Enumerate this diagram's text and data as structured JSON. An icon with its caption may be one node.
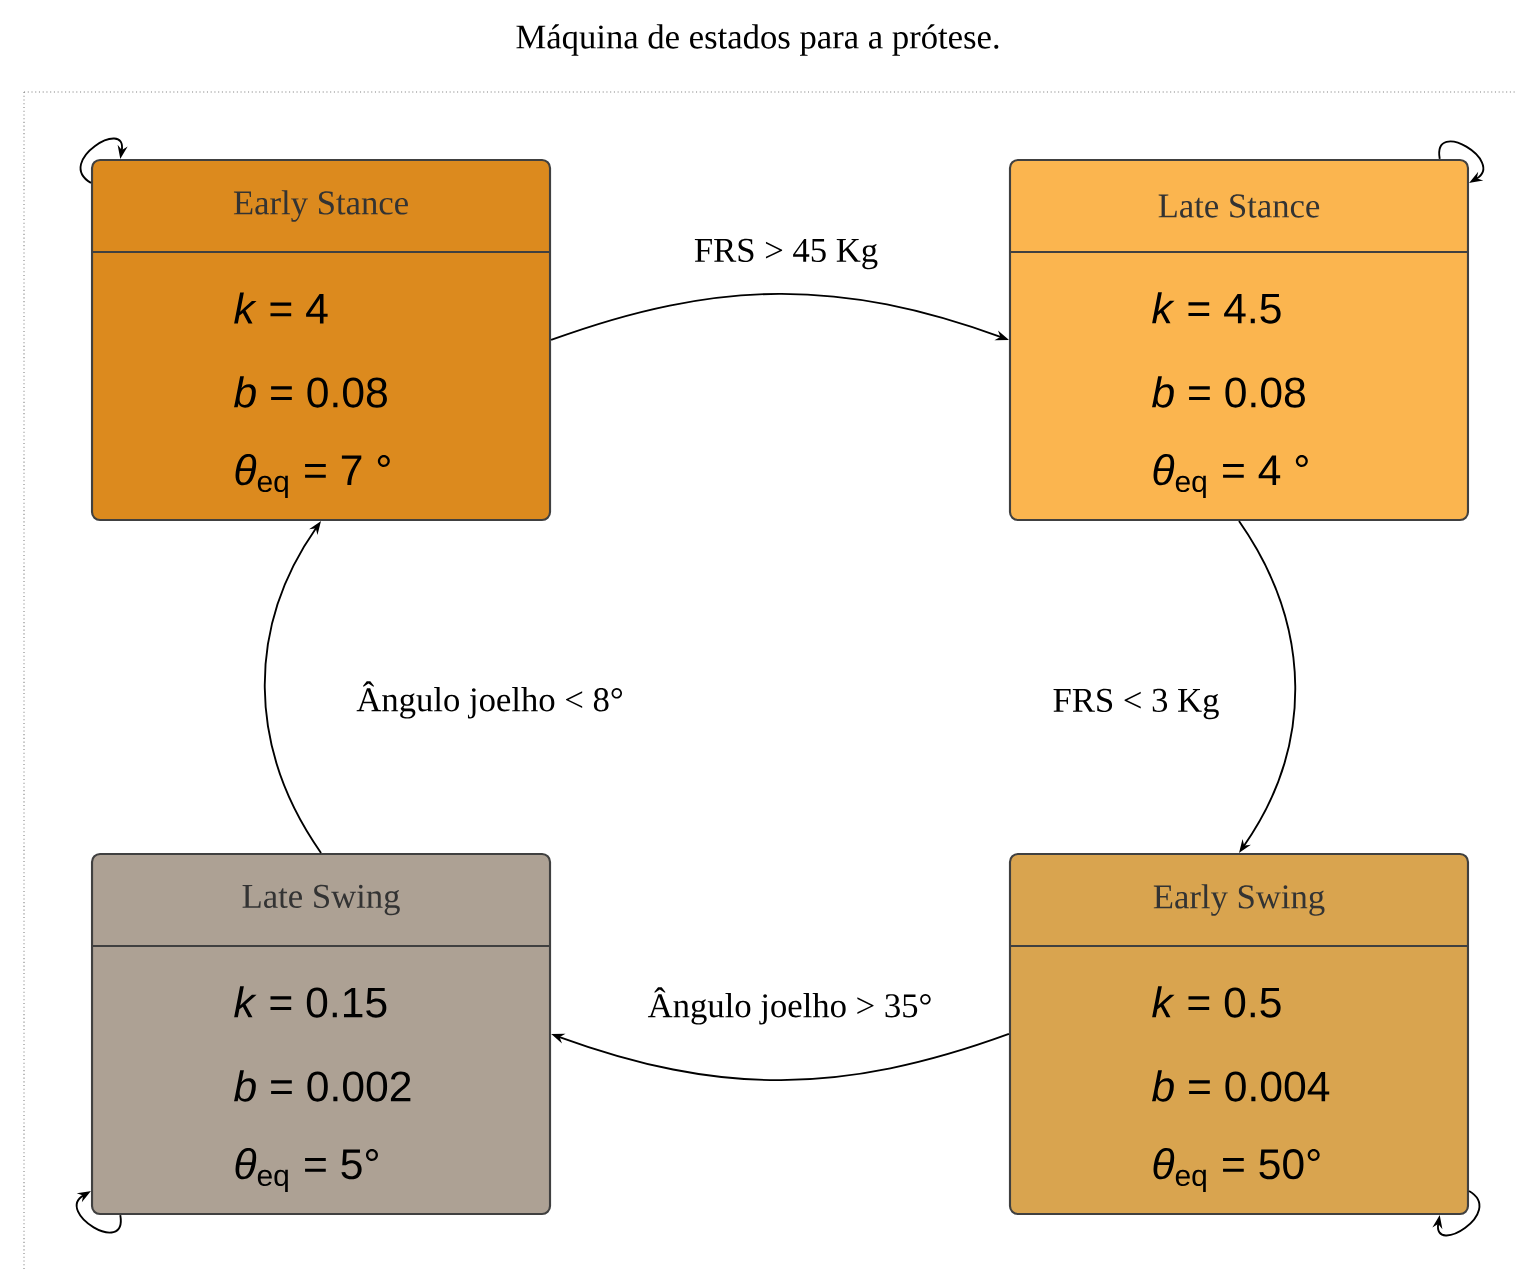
{
  "diagram": {
    "title": "Máquina de estados para a prótese.",
    "nodes": [
      {
        "text": [
          "Early Stance",
          "*k* = 4",
          "*b* = 0.08",
          "*θ*$_{eq}$ = 7 °"
        ]
      },
      {
        "text": [
          "Late Stance",
          "*k* = 4.5",
          "*b* = 0.08",
          "*θ*$_{eq}$ = 4 °"
        ]
      },
      {
        "text": [
          "Late Swing",
          "*k* = 0.15",
          "*b* = 0.002",
          "*θ*$_{eq}$ = 5°"
        ]
      },
      {
        "text": [
          "Early Swing",
          "*k* = 0.5",
          "*b* = 0.004",
          "*θ*$_{eq}$ = 50°"
        ]
      }
    ],
    "edges": [
      {
        "from": 0,
        "to": 1,
        "arrow": "to",
        "label": "FRS > 45 Kg"
      },
      {
        "from": 1,
        "to": 3,
        "arrow": "to",
        "label": "FRS < 3 Kg"
      },
      {
        "from": 3,
        "to": 2,
        "arrow": "to",
        "label": "Ângulo joelho > 35°"
      },
      {
        "from": 2,
        "to": 0,
        "arrow": "to",
        "label": "Ângulo joelho < 8°"
      },
      {
        "from": 0,
        "to": 0,
        "arrow": "to"
      },
      {
        "from": 1,
        "to": 1,
        "arrow": "to"
      },
      {
        "from": 2,
        "to": 2,
        "arrow": "to"
      },
      {
        "from": 3,
        "to": 3,
        "arrow": "to"
      }
    ]
  }
}
